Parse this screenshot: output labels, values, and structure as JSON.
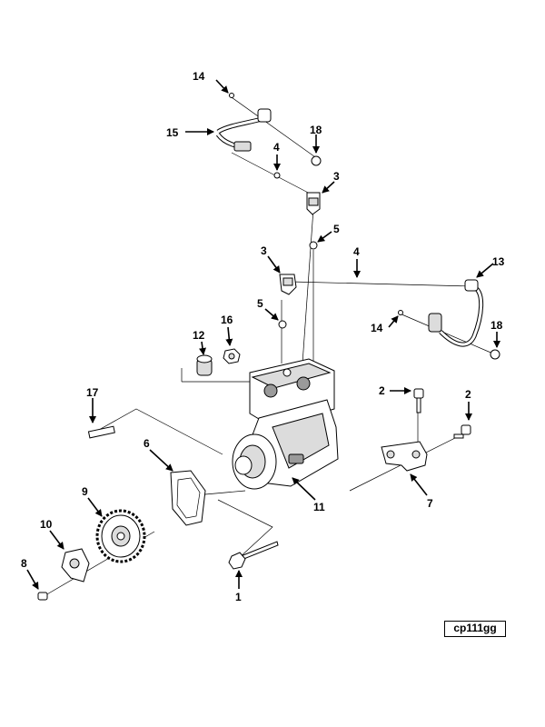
{
  "figure_id": "cp111gg",
  "callouts": {
    "c1": "1",
    "c2a": "2",
    "c2b": "2",
    "c3a": "3",
    "c3b": "3",
    "c4a": "4",
    "c4b": "4",
    "c5a": "5",
    "c5b": "5",
    "c6": "6",
    "c7": "7",
    "c8": "8",
    "c9": "9",
    "c10": "10",
    "c11": "11",
    "c12": "12",
    "c13": "13",
    "c14a": "14",
    "c14b": "14",
    "c15": "15",
    "c16": "16",
    "c17": "17",
    "c18a": "18",
    "c18b": "18"
  },
  "colors": {
    "line": "#000000",
    "background": "#ffffff",
    "shade": "#dcdcdc"
  }
}
